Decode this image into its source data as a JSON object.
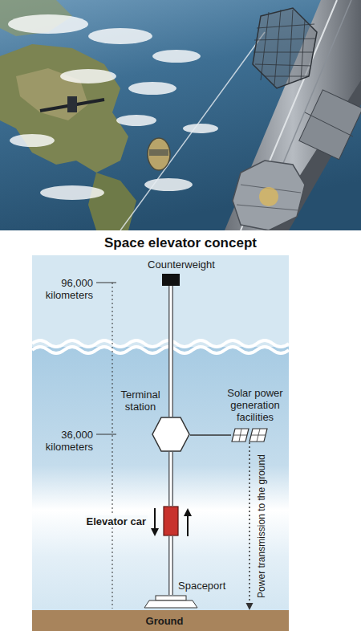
{
  "diagram": {
    "title": "Space elevator concept",
    "nodes": [
      {
        "text": [
          "Counterweight"
        ]
      },
      {
        "text": [
          "Terminal station"
        ]
      },
      {
        "text": [
          "Solar power generation facilities"
        ]
      },
      {
        "text": [
          "Elevator car"
        ]
      },
      {
        "text": [
          "Spaceport"
        ]
      },
      {
        "text": [
          "Ground"
        ]
      }
    ],
    "edges": [
      {
        "from": 0,
        "to": 1,
        "arrow": "none"
      },
      {
        "from": 1,
        "to": 3,
        "arrow": "none"
      },
      {
        "from": 3,
        "to": 4,
        "arrow": "none"
      },
      {
        "from": 1,
        "to": 2,
        "arrow": "none"
      },
      {
        "from": 2,
        "to": 5,
        "arrow": "to",
        "label": "Power transmission to the ground"
      }
    ],
    "labels": [
      "96,000 kilometers",
      "36,000 kilometers"
    ]
  }
}
